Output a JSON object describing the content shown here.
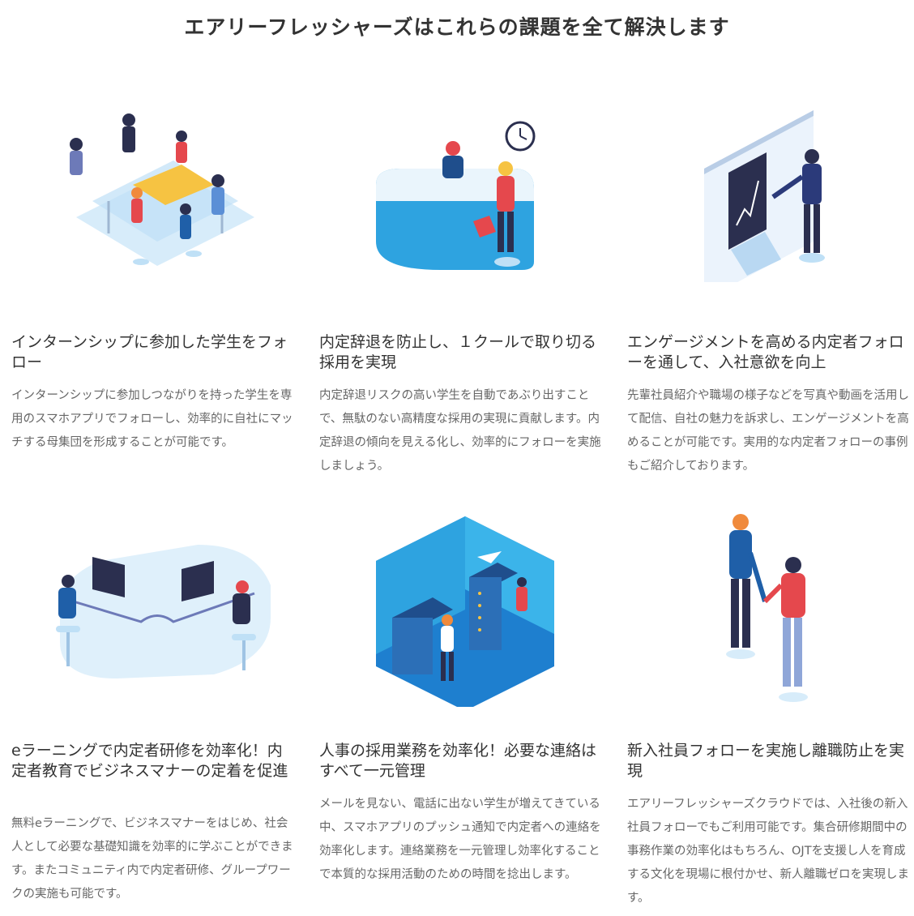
{
  "heading": "エアリーフレッシャーズはこれらの課題を全て解決します",
  "features": [
    {
      "title": "インターンシップに参加した学生をフォロー",
      "description": "インターンシップに参加しつながりを持った学生を専用のスマホアプリでフォローし、効率的に自社にマッチする母集団を形成することが可能です。",
      "illustration": "team-meeting-illustration"
    },
    {
      "title": "内定辞退を防止し、１クールで取り切る採用を実現",
      "description": "内定辞退リスクの高い学生を自動であぶり出すことで、無駄のない高精度な採用の実現に貢献します。内定辞退の傾向を見える化し、効率的にフォローを実施しましょう。",
      "illustration": "reception-desk-illustration"
    },
    {
      "title": "エンゲージメントを高める内定者フォローを通して、入社意欲を向上",
      "description": "先輩社員紹介や職場の様子などを写真や動画を活用して配信、自社の魅力を訴求し、エンゲージメントを高めることが可能です。実用的な内定者フォローの事例もご紹介しております。",
      "illustration": "presentation-board-illustration"
    },
    {
      "title": "eラーニングで内定者研修を効率化！内定者教育でビジネスマナーの定着を促進",
      "description": "無料eラーニングで、ビジネスマナーをはじめ、社会人として必要な基礎知識を効率的に学ぶことができます。またコミュニティ内で内定者研修、グループワークの実施も可能です。",
      "illustration": "e-learning-desk-illustration"
    },
    {
      "title": "人事の採用業務を効率化！必要な連絡はすべて一元管理",
      "description": "メールを見ない、電話に出ない学生が増えてきている中、スマホアプリのプッシュ通知で内定者への連絡を効率化します。連絡業務を一元管理し効率化することで本質的な採用活動のための時間を捻出します。",
      "illustration": "server-room-illustration"
    },
    {
      "title": "新入社員フォローを実施し離職防止を実現",
      "description": "エアリーフレッシャーズクラウドでは、入社後の新入社員フォローでもご利用可能です。集合研修期間中の事務作業の効率化はもちろん、OJTを支援し人を育成する文化を現場に根付かせ、新人離職ゼロを実現します。",
      "illustration": "handshake-illustration"
    }
  ],
  "palette": {
    "lightblue": "#cfe6f7",
    "blue": "#2ea3e0",
    "darkblue": "#1f4e8c",
    "navy": "#2b2f4f",
    "red": "#e5484d",
    "orange": "#f08a3c",
    "yellow": "#f6c342"
  }
}
